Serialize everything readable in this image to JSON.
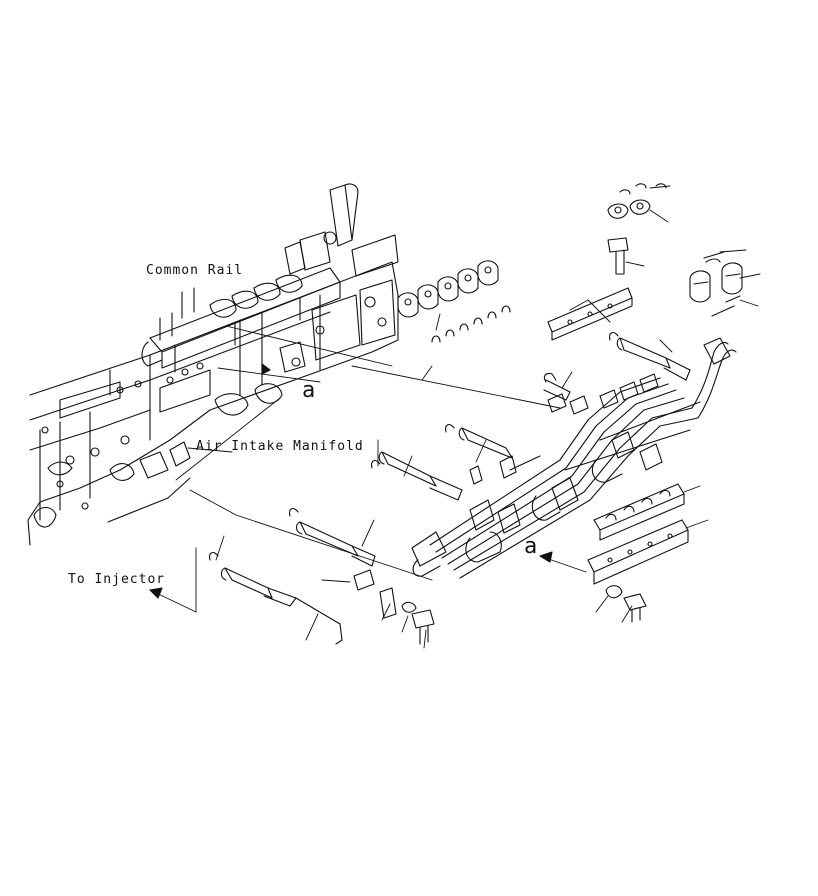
{
  "labels": {
    "common_rail": "Common Rail",
    "air_intake_manifold": "Air Intake Manifold",
    "to_injector": "To Injector",
    "view_a_left": "a",
    "view_a_right": "a"
  },
  "colors": {
    "line": "#111111",
    "background": "#ffffff"
  }
}
